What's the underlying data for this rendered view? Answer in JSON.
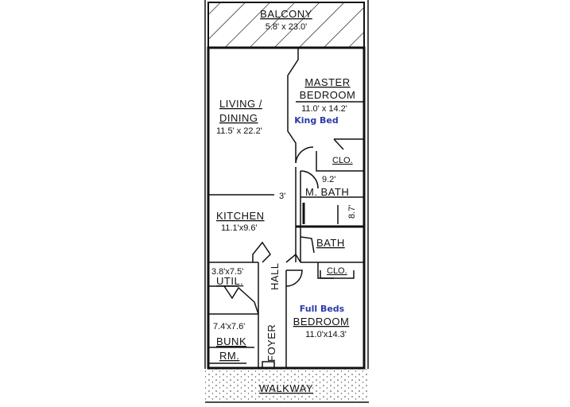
{
  "rooms": {
    "balcony": {
      "name": "BALCONY",
      "size": "5.8' x 23.0'"
    },
    "living": {
      "name1": "LIVING /",
      "name2": "DINING",
      "size": "11.5' x 22.2'"
    },
    "master": {
      "name1": "MASTER",
      "name2": "BEDROOM",
      "size": "11.0' x 14.2'",
      "note": "King Bed"
    },
    "master_clo": {
      "name": "CLO."
    },
    "master_bath": {
      "name": "M. BATH",
      "dim_w": "9.2'",
      "dim_h": "8.7'"
    },
    "opening": {
      "dim": "3'"
    },
    "kitchen": {
      "name": "KITCHEN",
      "size": "11.1'x9.6'"
    },
    "bath": {
      "name": "BATH"
    },
    "clo2": {
      "name": "CLO."
    },
    "util": {
      "size": "3.8'x7.5'",
      "name": "UTIL."
    },
    "hall": {
      "name": "HALL"
    },
    "bedroom": {
      "name": "BEDROOM",
      "size": "11.0'x14.3'",
      "note": "Full Beds"
    },
    "bunk": {
      "size": "7.4'x7.6'",
      "name1": "BUNK",
      "name2": "RM."
    },
    "foyer": {
      "name": "FOYER"
    },
    "walkway": {
      "name": "WALKWAY"
    }
  },
  "colors": {
    "note": "#2a3aa8",
    "line": "#111111"
  }
}
